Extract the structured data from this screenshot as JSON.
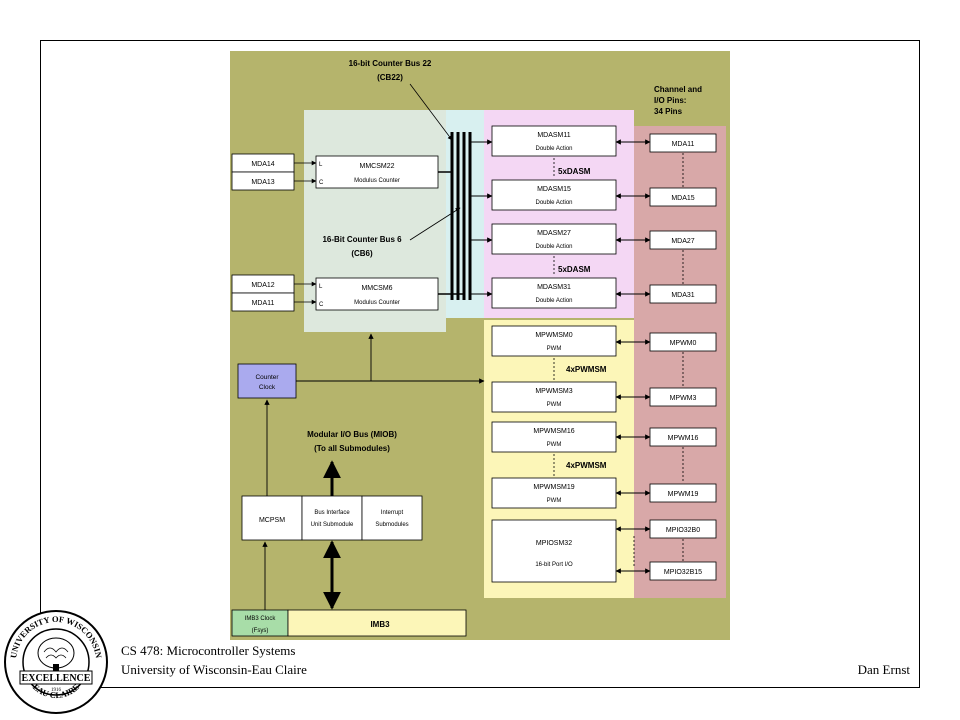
{
  "diagram": {
    "colors": {
      "background": "#b5b46c",
      "box_fill": "#ffffff",
      "clock_fill": "#aaaaee",
      "cb22_zone": "#d8f0f0",
      "cb6_zone": "#dde8dd",
      "dasm_zone": "#f4d7f4",
      "pwm_zone": "#fcf6b8",
      "pin_zone": "#d8a8a8",
      "imb_fill": "#fcf6b8",
      "imb_clock_fill": "#a8dda8",
      "line": "#000000"
    },
    "labels": {
      "cb22_title": "16-bit Counter Bus 22",
      "cb22_abbr": "(CB22)",
      "cb6_title": "16-Bit Counter Bus 6",
      "cb6_abbr": "(CB6)",
      "pins_title_1": "Channel and",
      "pins_title_2": "I/O Pins:",
      "pins_title_3": "34 Pins",
      "dasm_group_1": "5xDASM",
      "dasm_group_2": "5xDASM",
      "pwm_group_1": "4xPWMSM",
      "pwm_group_2": "4xPWMSM",
      "miob_title": "Modular I/O Bus (MIOB)",
      "miob_subtitle": "(To all Submodules)",
      "port_l1": "L",
      "port_c1": "C",
      "port_l2": "L",
      "port_c2": "C"
    },
    "inputs": [
      "MDA14",
      "MDA13",
      "MDA12",
      "MDA11"
    ],
    "counters": [
      {
        "name": "MMCSM22",
        "desc": "Modulus Counter"
      },
      {
        "name": "MMCSM6",
        "desc": "Modulus Counter"
      }
    ],
    "dasm_modules": [
      {
        "name": "MDASM11",
        "desc": "Double Action"
      },
      {
        "name": "MDASM15",
        "desc": "Double Action"
      },
      {
        "name": "MDASM27",
        "desc": "Double Action"
      },
      {
        "name": "MDASM31",
        "desc": "Double Action"
      }
    ],
    "pwm_modules": [
      {
        "name": "MPWMSM0",
        "desc": "PWM"
      },
      {
        "name": "MPWMSM3",
        "desc": "PWM"
      },
      {
        "name": "MPWMSM16",
        "desc": "PWM"
      },
      {
        "name": "MPWMSM19",
        "desc": "PWM"
      }
    ],
    "port_module": {
      "name": "MPIOSM32",
      "desc": "16-bit Port I/O"
    },
    "pins": [
      "MDA11",
      "MDA15",
      "MDA27",
      "MDA31",
      "MPWM0",
      "MPWM3",
      "MPWM16",
      "MPWM19",
      "MPIO32B0",
      "MPIO32B15"
    ],
    "counter_clock": {
      "line1": "Counter",
      "line2": "Clock"
    },
    "bottom_modules": {
      "mcpsm": "MCPSM",
      "biu_line1": "Bus Interface",
      "biu_line2": "Unit Submodule",
      "irq_line1": "Interrupt",
      "irq_line2": "Submodules"
    },
    "imb_clock": {
      "line1": "IMB3 Clock",
      "line2": "(Fsys)"
    },
    "imb_bus": "IMB3"
  },
  "footer": {
    "course": "CS 478: Microcontroller Systems",
    "university": "University of Wisconsin-Eau Claire",
    "author": "Dan Ernst"
  },
  "seal": {
    "top_text": "UNIVERSITY OF WISCONSIN",
    "banner_text": "EXCELLENCE",
    "year": "1916",
    "bottom_text": "EAU CLAIRE"
  }
}
